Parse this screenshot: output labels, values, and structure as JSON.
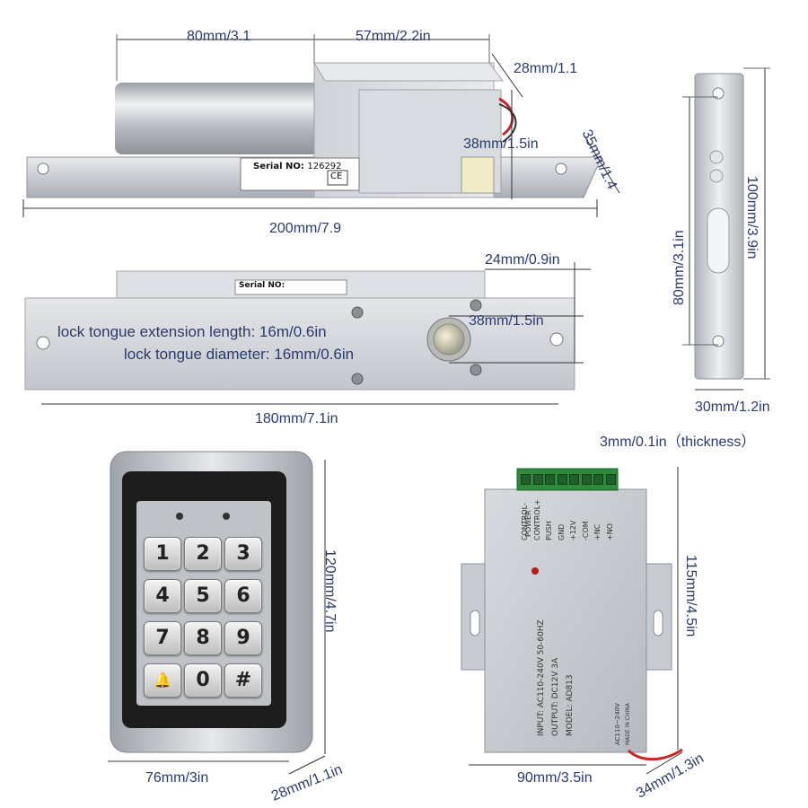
{
  "lock_top": {
    "dim_width_body": "80mm/3.1",
    "dim_width_block": "57mm/2.2in",
    "dim_block_depth": "28mm/1.1",
    "dim_block_height": "38mm/1.5in",
    "dim_plate_height": "35mm/1.4",
    "dim_total_length": "200mm/7.9",
    "serial_label": "Serial NO:",
    "serial_value": "126292",
    "ce_mark": "CE"
  },
  "lock_front": {
    "dim_tongue_offset": "24mm/0.9in",
    "dim_tongue_height": "38mm/1.5in",
    "tongue_extension": "lock tongue extension length: 16m/0.6in",
    "tongue_diameter": "lock tongue diameter:  16mm/0.6in",
    "dim_length": "180mm/7.1in",
    "serial_label": "Serial NO:"
  },
  "strike_plate": {
    "dim_hole_spacing": "80mm/3.1in",
    "dim_height": "100mm/3.9in",
    "dim_width": "30mm/1.2in",
    "thickness_note": "3mm/0.1in（thickness）"
  },
  "keypad": {
    "keys": [
      "1",
      "2",
      "3",
      "4",
      "5",
      "6",
      "7",
      "8",
      "9",
      "🔔",
      "0",
      "#"
    ],
    "dim_height": "120mm/4.7in",
    "dim_width": "76mm/3in",
    "dim_depth": "28mm/1.1in"
  },
  "power_supply": {
    "terminals": [
      "CONTROL-",
      "CONTROL+",
      "PUSH",
      "GND",
      "+12V",
      "-COM",
      "+NC",
      "+NO"
    ],
    "power_label": "POWER",
    "input_line": "INPUT: AC110-240V  50-60HZ",
    "output_line": "OUTPUT: DC12V  3A",
    "model_line": "MODEL: AD813",
    "side_line1": "AC110~240V",
    "side_line2": "MADE IN CHINA",
    "dim_height": "115mm/4.5in",
    "dim_width": "90mm/3.5in",
    "dim_depth": "34mm/1.3in"
  },
  "colors": {
    "dimension_text": "#2b3a6b",
    "metal": "#c8ccd2",
    "terminal_green": "#2e8b3e"
  }
}
